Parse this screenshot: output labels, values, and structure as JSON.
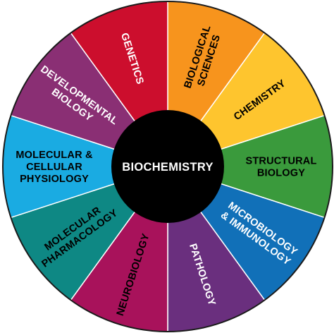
{
  "wheel": {
    "center_label": "BIOCHEMISTRY",
    "center_color": "#000000",
    "outline_color": "#1a1a1a",
    "segments": [
      {
        "lines": [
          "BIOLOGICAL",
          "SCIENCES"
        ],
        "color": "#f7941d",
        "text_color": "#000000"
      },
      {
        "lines": [
          "CHEMISTRY"
        ],
        "color": "#fec52e",
        "text_color": "#000000"
      },
      {
        "lines": [
          "STRUCTURAL",
          "BIOLOGY"
        ],
        "color": "#3a9a3c",
        "text_color": "#000000"
      },
      {
        "lines": [
          "MICROBIOLOGY",
          "& IMMUNOLOGY"
        ],
        "color": "#1170b8",
        "text_color": "#ffffff"
      },
      {
        "lines": [
          "PATHOLOGY"
        ],
        "color": "#6a2f7e",
        "text_color": "#ffffff"
      },
      {
        "lines": [
          "NEUROBIOLOGY"
        ],
        "color": "#a8125b",
        "text_color": "#000000"
      },
      {
        "lines": [
          "MOLECULAR",
          "PHARMACOLOGY"
        ],
        "color": "#0e8884",
        "text_color": "#000000"
      },
      {
        "lines": [
          "MOLECULAR &",
          "CELLULAR",
          "PHYSIOLOGY"
        ],
        "color": "#1aabe2",
        "text_color": "#000000"
      },
      {
        "lines": [
          "DEVELOPMENTAL",
          "BIOLOGY"
        ],
        "color": "#8a2f74",
        "text_color": "#ffffff"
      },
      {
        "lines": [
          "GENETICS"
        ],
        "color": "#cc0e2d",
        "text_color": "#ffffff"
      }
    ]
  }
}
